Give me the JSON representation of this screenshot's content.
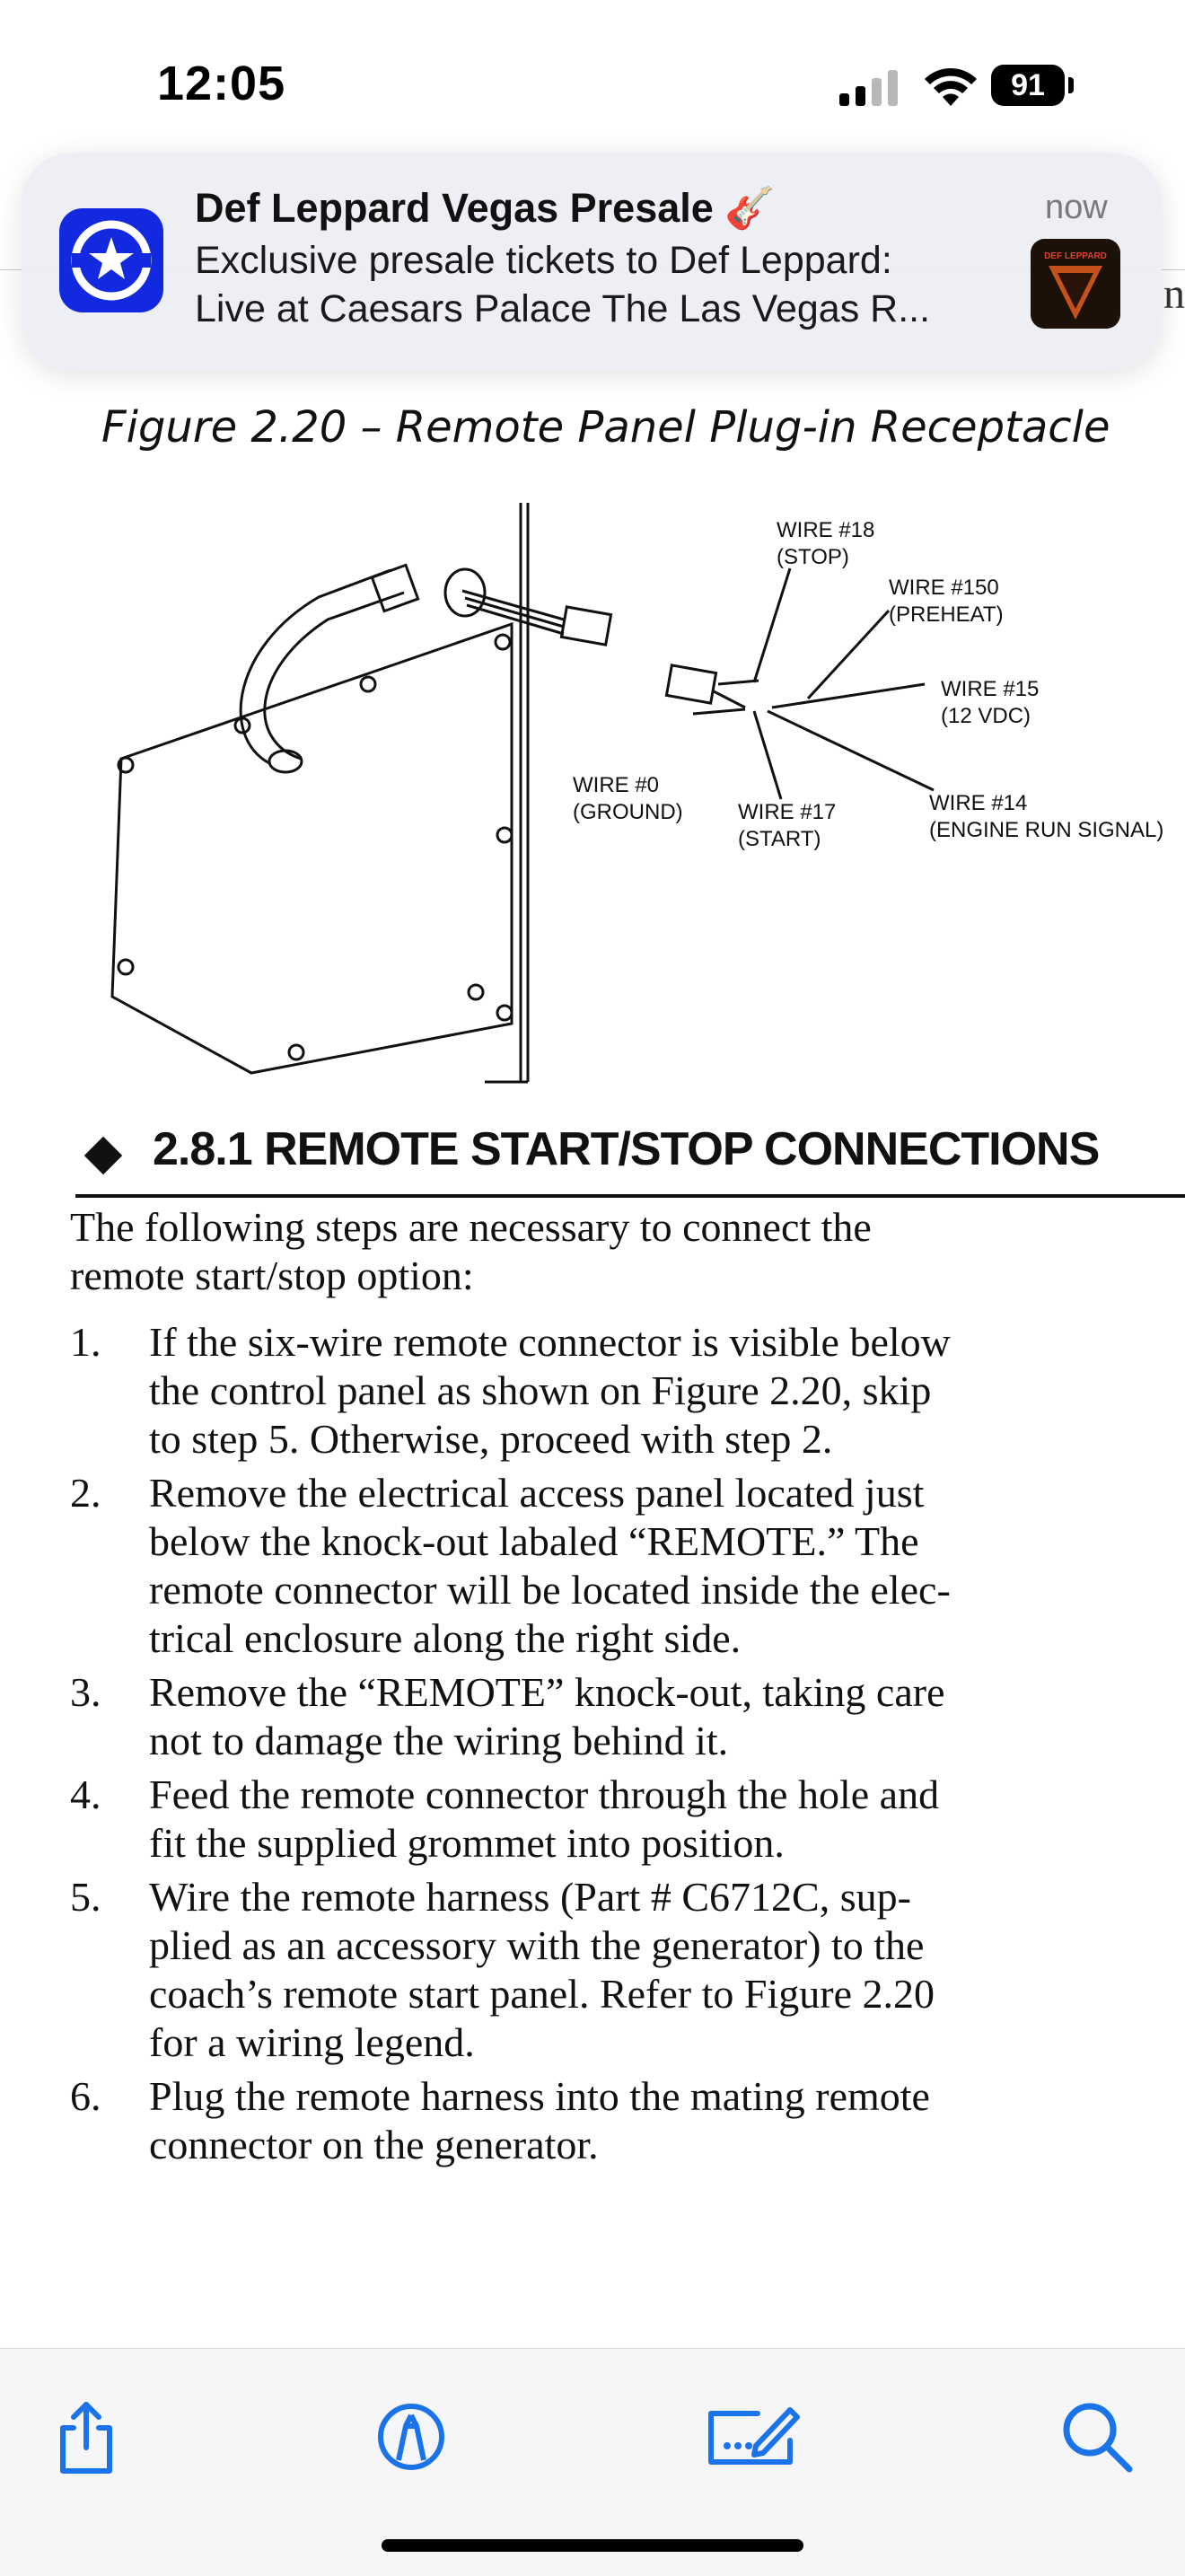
{
  "status_bar": {
    "time": "12:05",
    "battery": "91"
  },
  "notification": {
    "title": "Def Leppard Vegas Presale 🎸",
    "line1": "Exclusive presale tickets to Def Leppard:",
    "line2": "Live at Caesars Palace The Las Vegas R...",
    "time": "now",
    "app_icon": "seatgeek-app-icon",
    "thumb_text": "DEF LEPPARD"
  },
  "document": {
    "edge_char": "n",
    "figure_caption": "Figure 2.20 – Remote Panel Plug-in Receptacle",
    "diagram_labels": {
      "w18a": "WIRE #18",
      "w18b": "(STOP)",
      "w150a": "WIRE #150",
      "w150b": "(PREHEAT)",
      "w15a": "WIRE #15",
      "w15b": "(12 VDC)",
      "w0a": "WIRE #0",
      "w0b": "(GROUND)",
      "w17a": "WIRE #17",
      "w17b": "(START)",
      "w14a": "WIRE #14",
      "w14b": "(ENGINE RUN SIGNAL)"
    },
    "section_heading": "2.8.1 REMOTE START/STOP CONNECTIONS",
    "intro_line1": "The following steps are necessary to connect the",
    "intro_line2": "remote start/stop option:",
    "steps": [
      {
        "num": "1.",
        "text": "If the six-wire remote connector is visible below\nthe control panel as shown on Figure 2.20, skip\nto step 5. Otherwise, proceed with step 2."
      },
      {
        "num": "2.",
        "text": "Remove the electrical access panel located just\nbelow the knock-out labaled “REMOTE.” The\nremote connector will be located inside the elec-\ntrical enclosure along the right side."
      },
      {
        "num": "3.",
        "text": "Remove the “REMOTE” knock-out, taking care\nnot to damage the wiring behind it."
      },
      {
        "num": "4.",
        "text": "Feed the remote connector through the hole and\nfit the supplied grommet into position."
      },
      {
        "num": "5.",
        "text": "Wire the remote harness (Part # C6712C, sup-\nplied as an accessory with the generator) to the\ncoach’s remote start panel. Refer to Figure 2.20\nfor a wiring legend."
      },
      {
        "num": "6.",
        "text": "Plug the remote harness into the mating remote\nconnector on the generator."
      }
    ]
  },
  "toolbar": {
    "icons": [
      "share-icon",
      "markup-icon",
      "signature-icon",
      "search-icon"
    ]
  }
}
